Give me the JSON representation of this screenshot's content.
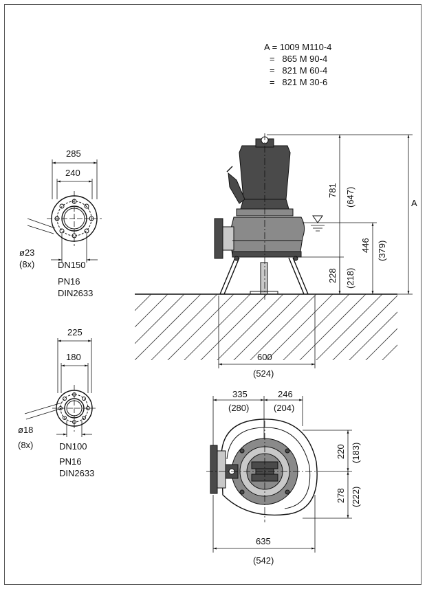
{
  "variants": {
    "line1": "A = 1009 M110-4",
    "line2": "=   865 M 90-4",
    "line3": "=   821 M 60-4",
    "line4": "=   821 M 30-6"
  },
  "flange_top": {
    "outer_dim": "285",
    "bolt_circle_dim": "240",
    "hole_dim": "ø23",
    "hole_count": "(8x)",
    "dn": "DN150",
    "pn": "PN16",
    "standard": "DIN2633"
  },
  "flange_bottom": {
    "outer_dim": "225",
    "bolt_circle_dim": "180",
    "hole_dim": "ø18",
    "hole_count": "(8x)",
    "dn": "DN100",
    "pn": "PN16",
    "standard": "DIN2633"
  },
  "side_view": {
    "height_total": "781",
    "height_total_alt": "(647)",
    "height_water": "446",
    "height_water_alt": "(379)",
    "height_base": "228",
    "height_base_alt": "(218)",
    "height_a": "A",
    "base_width": "600",
    "base_width_alt": "(524)"
  },
  "top_view": {
    "left_width": "335",
    "left_width_alt": "(280)",
    "right_width": "246",
    "right_width_alt": "(204)",
    "upper_height": "220",
    "upper_height_alt": "(183)",
    "lower_height": "278",
    "lower_height_alt": "(222)",
    "total_width": "635",
    "total_width_alt": "(542)"
  }
}
